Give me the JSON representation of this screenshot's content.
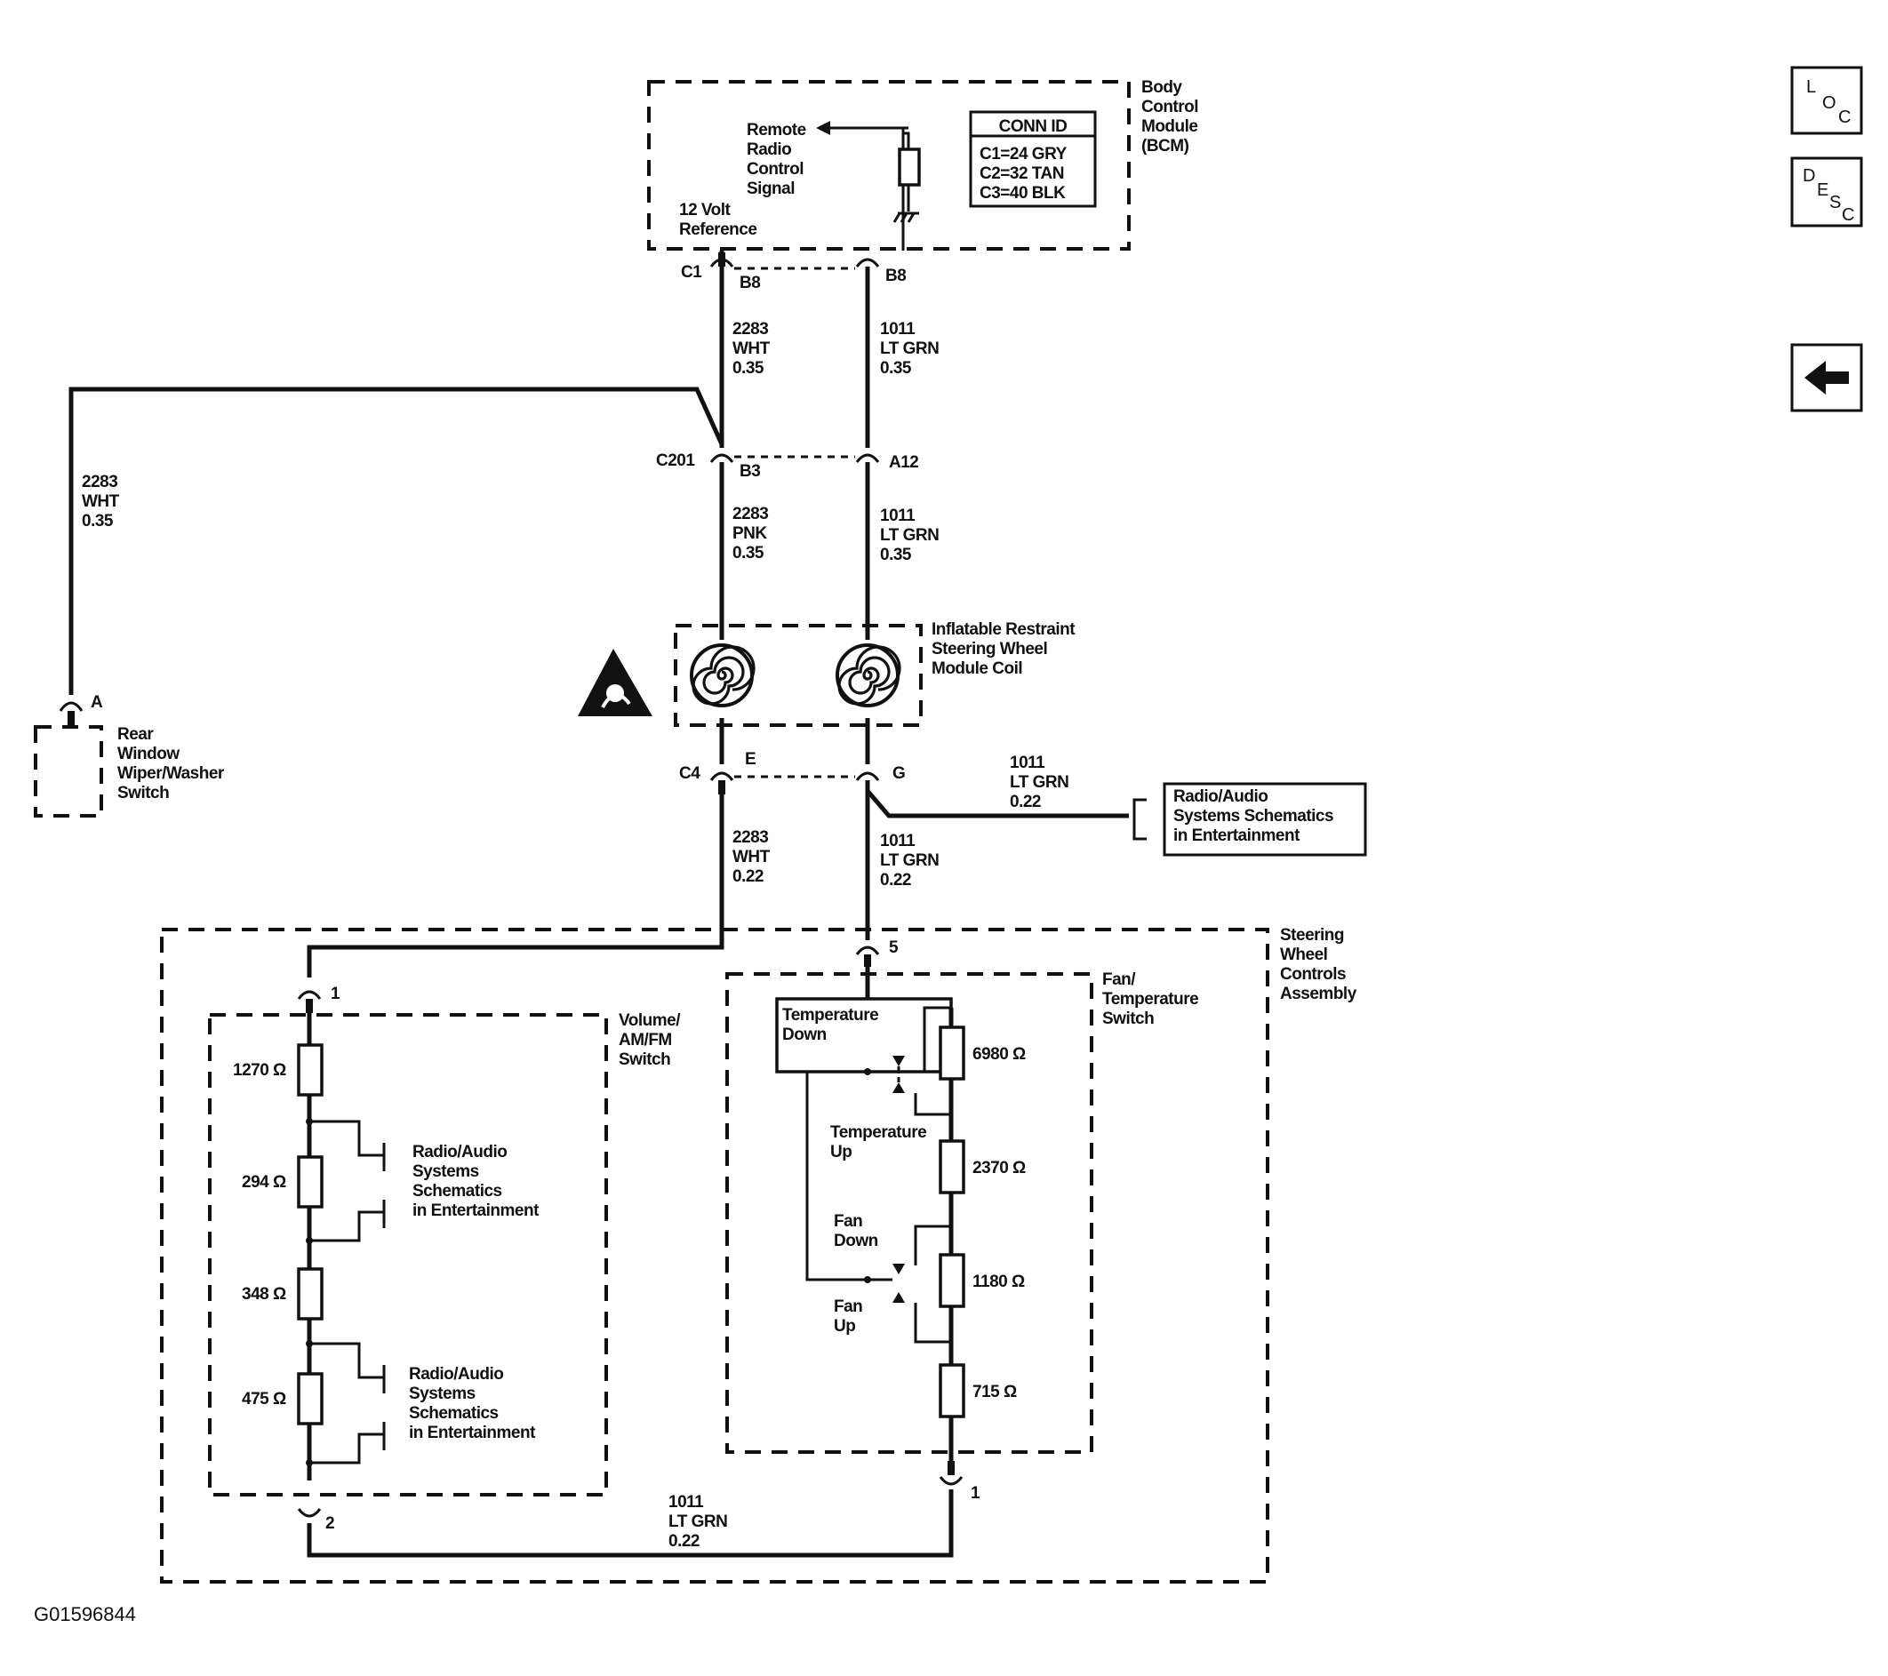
{
  "diagram_id": "G01596844",
  "nav": {
    "loc_main": "L",
    "loc_sub1": "O",
    "loc_sub2": "C",
    "desc_main": "D",
    "desc_sub1": "E",
    "desc_sub2": "S",
    "desc_sub3": "C",
    "back_icon": "left-arrow-icon"
  },
  "bcm": {
    "lines": [
      "Body",
      "Control",
      "Module",
      "(BCM)"
    ],
    "conn_id_title": "CONN ID",
    "conn_ids": [
      "C1=24 GRY",
      "C2=32 TAN",
      "C3=40 BLK"
    ],
    "signal_lines": [
      "Remote",
      "Radio",
      "Control",
      "Signal"
    ],
    "ref_lines": [
      "12 Volt",
      "Reference"
    ]
  },
  "connectors": {
    "c1": "C1",
    "c1_left_pin": "B8",
    "c1_right_pin": "B8",
    "c201": "C201",
    "c201_left_pin": "B3",
    "c201_right_pin": "A12",
    "c4": "C4",
    "c4_left_pin": "E",
    "c4_right_pin": "G",
    "rear_pin": "A",
    "swc_left_top_pin": "1",
    "swc_right_top_pin": "5",
    "swc_left_bottom_pin": "2",
    "swc_right_bottom_pin": "1"
  },
  "wires": {
    "w_c1_left": [
      "2283",
      "WHT",
      "0.35"
    ],
    "w_c1_right": [
      "1011",
      "LT GRN",
      "0.35"
    ],
    "w_rear": [
      "2283",
      "WHT",
      "0.35"
    ],
    "w_c201_left": [
      "2283",
      "PNK",
      "0.35"
    ],
    "w_c201_right": [
      "1011",
      "LT GRN",
      "0.35"
    ],
    "w_c4_left": [
      "2283",
      "WHT",
      "0.22"
    ],
    "w_c4_right": [
      "1011",
      "LT GRN",
      "0.22"
    ],
    "w_radio": [
      "1011",
      "LT GRN",
      "0.22"
    ],
    "w_bottom": [
      "1011",
      "LT GRN",
      "0.22"
    ]
  },
  "components": {
    "coil_lines": [
      "Inflatable Restraint",
      "Steering Wheel",
      "Module Coil"
    ],
    "rear_switch_lines": [
      "Rear",
      "Window",
      "Wiper/Washer",
      "Switch"
    ],
    "radio_ref_lines": [
      "Radio/Audio",
      "Systems Schematics",
      "in Entertainment"
    ],
    "swc_lines": [
      "Steering",
      "Wheel",
      "Controls",
      "Assembly"
    ],
    "vol_switch_lines": [
      "Volume/",
      "AM/FM",
      "Switch"
    ],
    "fan_switch_lines": [
      "Fan/",
      "Temperature",
      "Switch"
    ],
    "vol_ref_lines": [
      "Radio/Audio",
      "Systems",
      "Schematics",
      "in Entertainment"
    ],
    "temp_down": [
      "Temperature",
      "Down"
    ],
    "temp_up": [
      "Temperature",
      "Up"
    ],
    "fan_down": [
      "Fan",
      "Down"
    ],
    "fan_up": [
      "Fan",
      "Up"
    ]
  },
  "resistors": {
    "r1270": "1270 Ω",
    "r294": "294 Ω",
    "r348": "348 Ω",
    "r475": "475 Ω",
    "r6980": "6980 Ω",
    "r2370": "2370 Ω",
    "r1180": "1180 Ω",
    "r715": "715 Ω"
  }
}
